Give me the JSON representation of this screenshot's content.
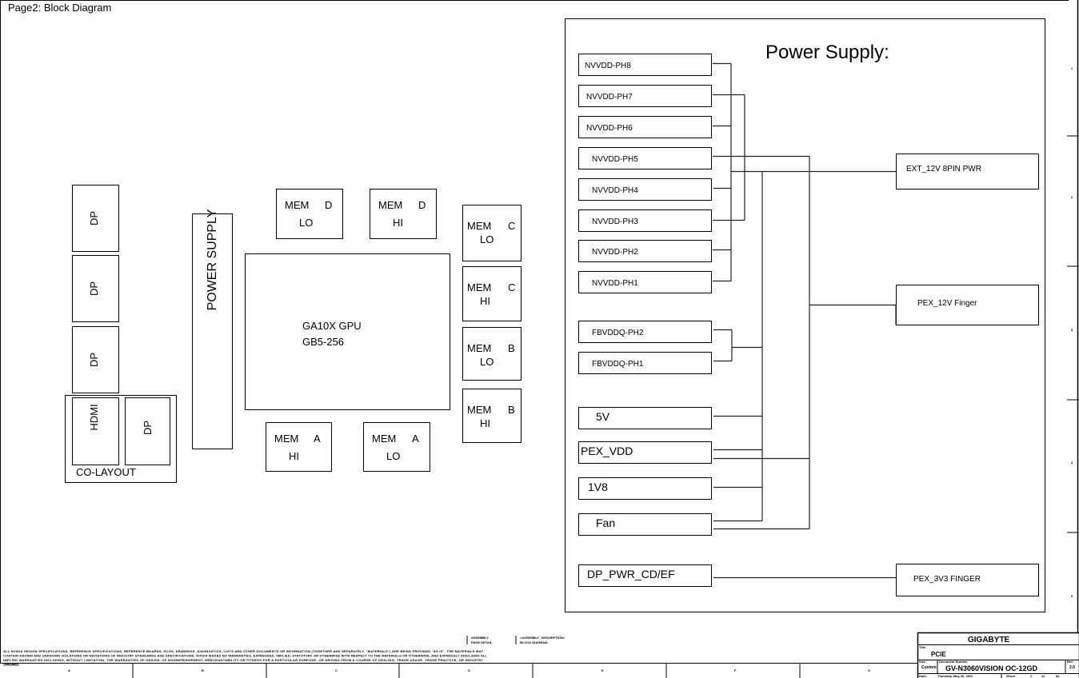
{
  "page_title": "Page2: Block Diagram",
  "left": {
    "dp1": "DP",
    "dp2": "DP",
    "dp3": "DP",
    "hdmi": "HDMI",
    "dp4": "DP",
    "co_layout": "CO-LAYOUT",
    "power_supply": "POWER SUPPLY",
    "gpu_line1": "GA10X GPU",
    "gpu_line2": "GB5-256",
    "mem": [
      {
        "name": "MEM",
        "ch": "D",
        "part": "LO"
      },
      {
        "name": "MEM",
        "ch": "D",
        "part": "HI"
      },
      {
        "name": "MEM",
        "ch": "C",
        "part": "LO"
      },
      {
        "name": "MEM",
        "ch": "C",
        "part": "HI"
      },
      {
        "name": "MEM",
        "ch": "B",
        "part": "LO"
      },
      {
        "name": "MEM",
        "ch": "B",
        "part": "HI"
      },
      {
        "name": "MEM",
        "ch": "A",
        "part": "HI"
      },
      {
        "name": "MEM",
        "ch": "A",
        "part": "LO"
      }
    ]
  },
  "power": {
    "title": "Power Supply:",
    "rails": [
      "NVVDD-PH8",
      "NVVDD-PH7",
      "NVVDD-PH6",
      "NVVDD-PH5",
      "NVVDD-PH4",
      "NVVDD-PH3",
      "NVVDD-PH2",
      "NVVDD-PH1",
      "FBVDDQ-PH2",
      "FBVDDQ-PH1",
      "5V",
      "PEX_VDD",
      "1V8",
      "Fan",
      "DP_PWR_CD/EF"
    ],
    "sources": [
      "EXT_12V 8PIN PWR",
      "PEX_12V Finger",
      "PEX_3V3 FINGER"
    ]
  },
  "footer": {
    "disclaimer": [
      "ALL NVIDIA DESIGN SPECIFICATIONS, REFERENCE SPECIFICATIONS, REFERENCE BOARDS, FILES, DRAWINGS, DIAGNOSTICS, LISTS AND OTHER DOCUMENTS OR INFORMATION (TOGETHER AND SEPARATELY, \"MATERIALS\") ARE BEING PROVIDED \"AS IS\". THE MATERIALS MAY",
      "CONTAIN KNOWN AND UNKNOWN VIOLATIONS OR DEVIATIONS OF INDUSTRY STANDARDS AND SPECIFICATIONS. NVIDIA MAKES NO WARRANTIES, EXPRESSED, IMPLIED, STATUTORY OR OTHERWISE WITH RESPECT TO THE MATERIALS OR OTHERWISE, AND EXPRESSLY DISCLAIMS ALL",
      "IMPLIED WARRANTIES INCLUDING, WITHOUT LIMITATION, THE WARRANTIES OF DESIGN, OF NONINFRINGEMENT, MERCHANTABILITY OR FITNESS FOR A PARTICULAR PURPOSE, OR ARISING FROM A COURSE OF DEALING, TRADE USAGE, TRADE PRACTICE, OR INDUSTRY",
      "STANDARDS."
    ],
    "assembly_label": "ASSEMBLY",
    "page_detail_label": "PAGE DETAIL",
    "assembly_value": "<ASSEMBLY_DESCRIPTION>",
    "page_detail_value": "BLOCK DIAGRAM",
    "columns": [
      "A",
      "B",
      "C",
      "D",
      "E",
      "F",
      "G"
    ],
    "rows": [
      "1",
      "2",
      "3",
      "4",
      "5"
    ]
  },
  "title_block": {
    "company": "GIGABYTE",
    "title_label": "Title",
    "title": "PCIE",
    "size_label": "Size",
    "size": "Custom",
    "doc_label": "Document Number",
    "doc_number": "GV-N3060VISION OC-12GD",
    "rev_label": "Rev",
    "rev": "2.0",
    "date_label": "Date:",
    "date": "Thursday, May 06, 2021",
    "sheet_label": "Sheet",
    "sheet": "2",
    "of_label": "of",
    "sheets": "84"
  }
}
